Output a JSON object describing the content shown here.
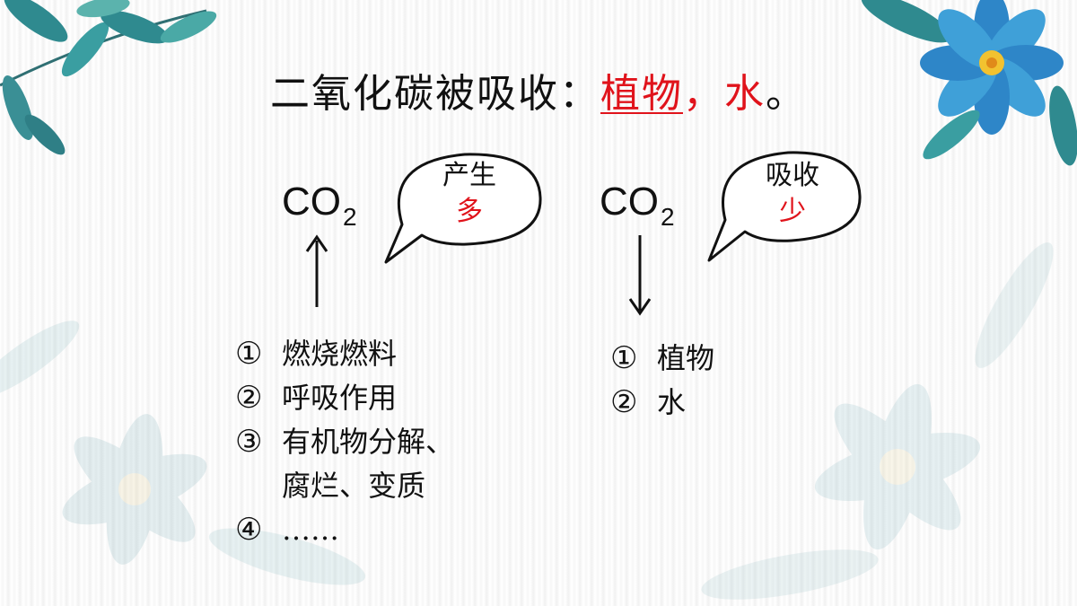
{
  "title": {
    "prefix": "二氧化碳被吸收：",
    "highlight_plant": "植物",
    "comma": "，",
    "highlight_water": "水",
    "period": "。"
  },
  "left": {
    "co2_main": "CO",
    "co2_sub": "2",
    "bubble_line1": "产生",
    "bubble_line2": "多",
    "items": [
      {
        "num": "①",
        "text": "燃烧燃料"
      },
      {
        "num": "②",
        "text": "呼吸作用"
      },
      {
        "num": "③",
        "text": "有机物分解、"
      },
      {
        "num": "",
        "text": "腐烂、变质"
      },
      {
        "num": "④",
        "text": "……"
      }
    ]
  },
  "right": {
    "co2_main": "CO",
    "co2_sub": "2",
    "bubble_line1": "吸收",
    "bubble_line2": "少",
    "items": [
      {
        "num": "①",
        "text": "植物"
      },
      {
        "num": "②",
        "text": "水"
      }
    ]
  },
  "colors": {
    "accent_red": "#e0131b",
    "text": "#111111",
    "leaf_teal": "#2f8a8f",
    "flower_blue": "#3fa0d8"
  },
  "icons": [
    "leaf-branch-icon",
    "blue-flower-icon",
    "speech-bubble-icon",
    "arrow-up-icon",
    "arrow-down-icon"
  ]
}
